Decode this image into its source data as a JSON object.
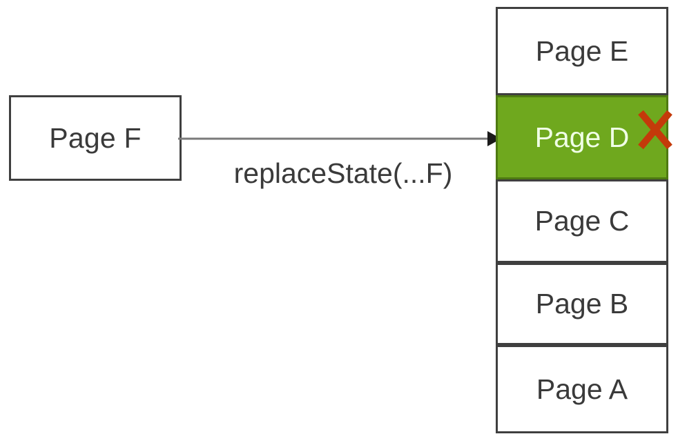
{
  "diagram": {
    "title": "History stack replaceState diagram",
    "colors": {
      "background": "#ffffff",
      "box_border": "#3f3f3f",
      "box_text": "#3a3a3a",
      "highlight_fill": "#6fa81e",
      "highlight_border": "#4e7a12",
      "highlight_text": "#f0ffe6",
      "arrow": "#7a7a7a",
      "arrow_head": "#1a1a1a",
      "delete_mark": "#c43a0a"
    }
  },
  "source": {
    "label": "Page F"
  },
  "arrow": {
    "label": "replaceState(...F)",
    "icon": "arrow-right-icon",
    "direction": "right"
  },
  "stack": {
    "entries": [
      {
        "label": "Page E",
        "highlighted": false,
        "marked": false
      },
      {
        "label": "Page D",
        "highlighted": true,
        "marked": true
      },
      {
        "label": "Page C",
        "highlighted": false,
        "marked": false
      },
      {
        "label": "Page B",
        "highlighted": false,
        "marked": false
      },
      {
        "label": "Page A",
        "highlighted": false,
        "marked": false
      }
    ]
  },
  "delete_mark": {
    "icon": "red-x-icon",
    "color": "#c43a0a"
  }
}
